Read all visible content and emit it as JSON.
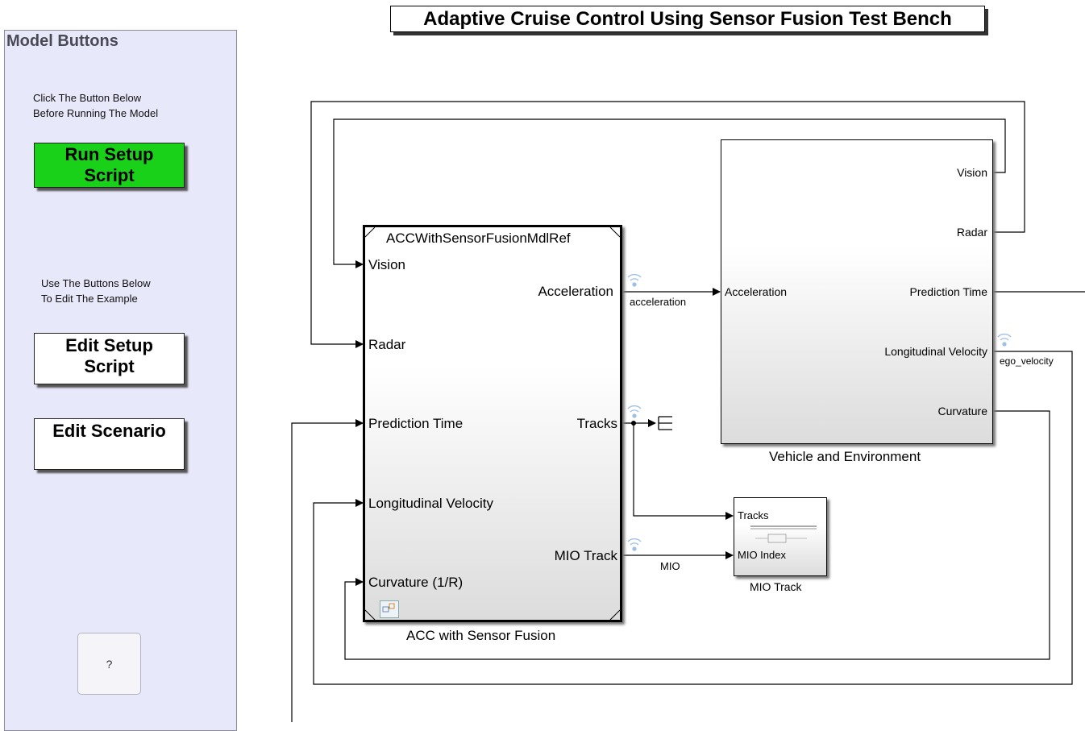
{
  "title": "Adaptive Cruise Control Using Sensor Fusion Test Bench",
  "panel": {
    "title": "Model Buttons",
    "note1": "Click The Button Below\nBefore Running The Model",
    "run_setup_label": "Run Setup\nScript",
    "note2": "Use The Buttons Below\nTo Edit The Example",
    "edit_setup_label": "Edit Setup\nScript",
    "edit_scenario_label": "Edit Scenario",
    "help_label": "?"
  },
  "acc_block": {
    "model_ref": "ACCWithSensorFusionMdlRef",
    "name": "ACC with Sensor Fusion",
    "inputs": [
      "Vision",
      "Radar",
      "Prediction Time",
      "Longitudinal Velocity",
      "Curvature (1/R)"
    ],
    "outputs": [
      "Acceleration",
      "Tracks",
      "MIO Track"
    ]
  },
  "vehicle_block": {
    "name": "Vehicle and Environment",
    "inputs": [
      "Acceleration"
    ],
    "outputs": [
      "Vision",
      "Radar",
      "Prediction Time",
      "Longitudinal Velocity",
      "Curvature"
    ]
  },
  "mio_block": {
    "name": "MIO Track",
    "inputs": [
      "Tracks",
      "MIO Index"
    ]
  },
  "signals": {
    "acceleration": "acceleration",
    "ego_velocity": "ego_velocity",
    "mio": "MIO"
  },
  "colors": {
    "panel_bg": "#e8e8fb",
    "run_button": "#19d119",
    "wifi_icon": "#9fbfe6"
  }
}
